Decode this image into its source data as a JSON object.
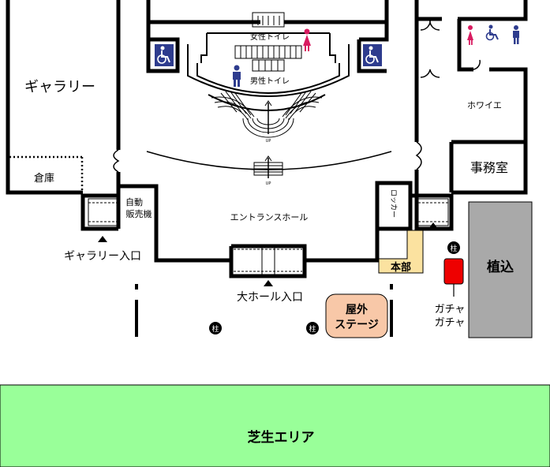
{
  "rooms": {
    "gallery": "ギャラリー",
    "storage": "倉庫",
    "vending": [
      "自動",
      "販売機"
    ],
    "gallery_entrance": "ギャラリー入口",
    "womens_toilet": "女性トイレ",
    "mens_toilet": "男性トイレ",
    "entrance_hall": "エントランスホール",
    "main_hall_entrance": "大ホール入口",
    "locker": [
      "ロッ",
      "カー"
    ],
    "foyer": "ホワイエ",
    "office": "事務室",
    "planting": "植込",
    "headquarters": "本部",
    "outdoor_stage": [
      "屋外",
      "ステージ"
    ],
    "gacha": [
      "ガチャ",
      "ガチャ"
    ],
    "lawn": "芝生エリア"
  },
  "markers": {
    "pillar": "柱",
    "up": "UP"
  },
  "colors": {
    "lawn": "#99ff99",
    "outdoor_stage": "#f8c8a8",
    "headquarters": "#fbe2a0",
    "planting": "#a9a9a9",
    "gacha": "#ee0000",
    "toilet_blue": "#2e3c8e",
    "toilet_pink": "#d81b60",
    "wall": "#000000"
  }
}
